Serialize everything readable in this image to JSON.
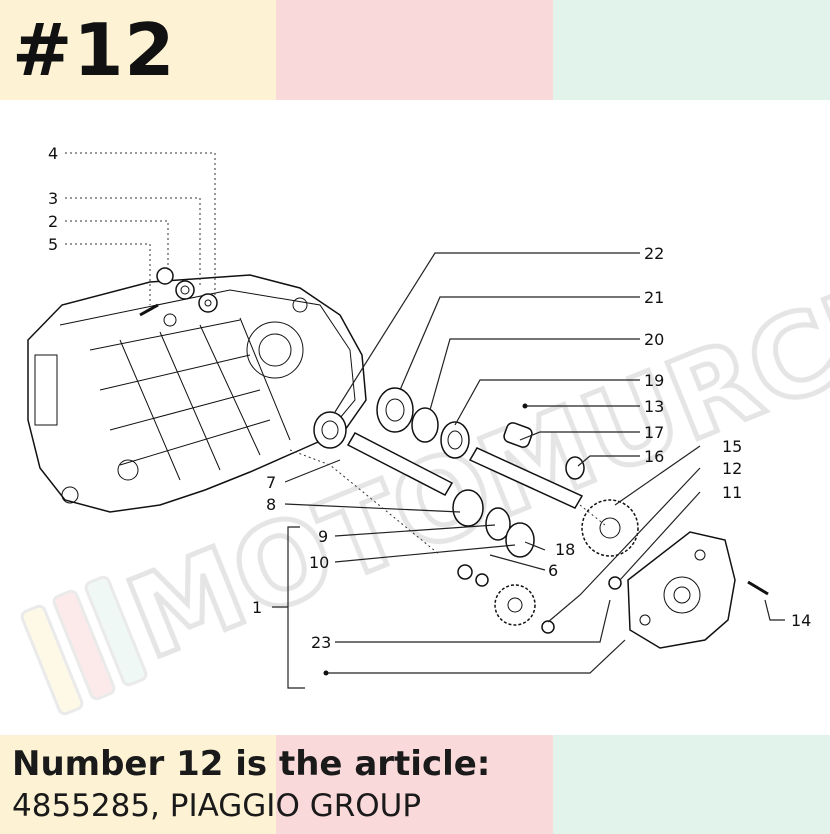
{
  "header": {
    "badge": "#12"
  },
  "colors": {
    "band_yellow": "#fdf3d4",
    "band_pink": "#f9d9da",
    "band_mint": "#e2f3ec",
    "watermark_gray": "#d9d9d9"
  },
  "diagram": {
    "callouts": [
      "1",
      "2",
      "3",
      "4",
      "5",
      "6",
      "7",
      "8",
      "9",
      "10",
      "11",
      "12",
      "13",
      "14",
      "15",
      "16",
      "17",
      "18",
      "19",
      "20",
      "21",
      "22",
      "23"
    ],
    "watermark": "MOTOMURCIA"
  },
  "caption": {
    "line1": "Number 12 is the article:",
    "line2": "4855285, PIAGGIO GROUP"
  }
}
